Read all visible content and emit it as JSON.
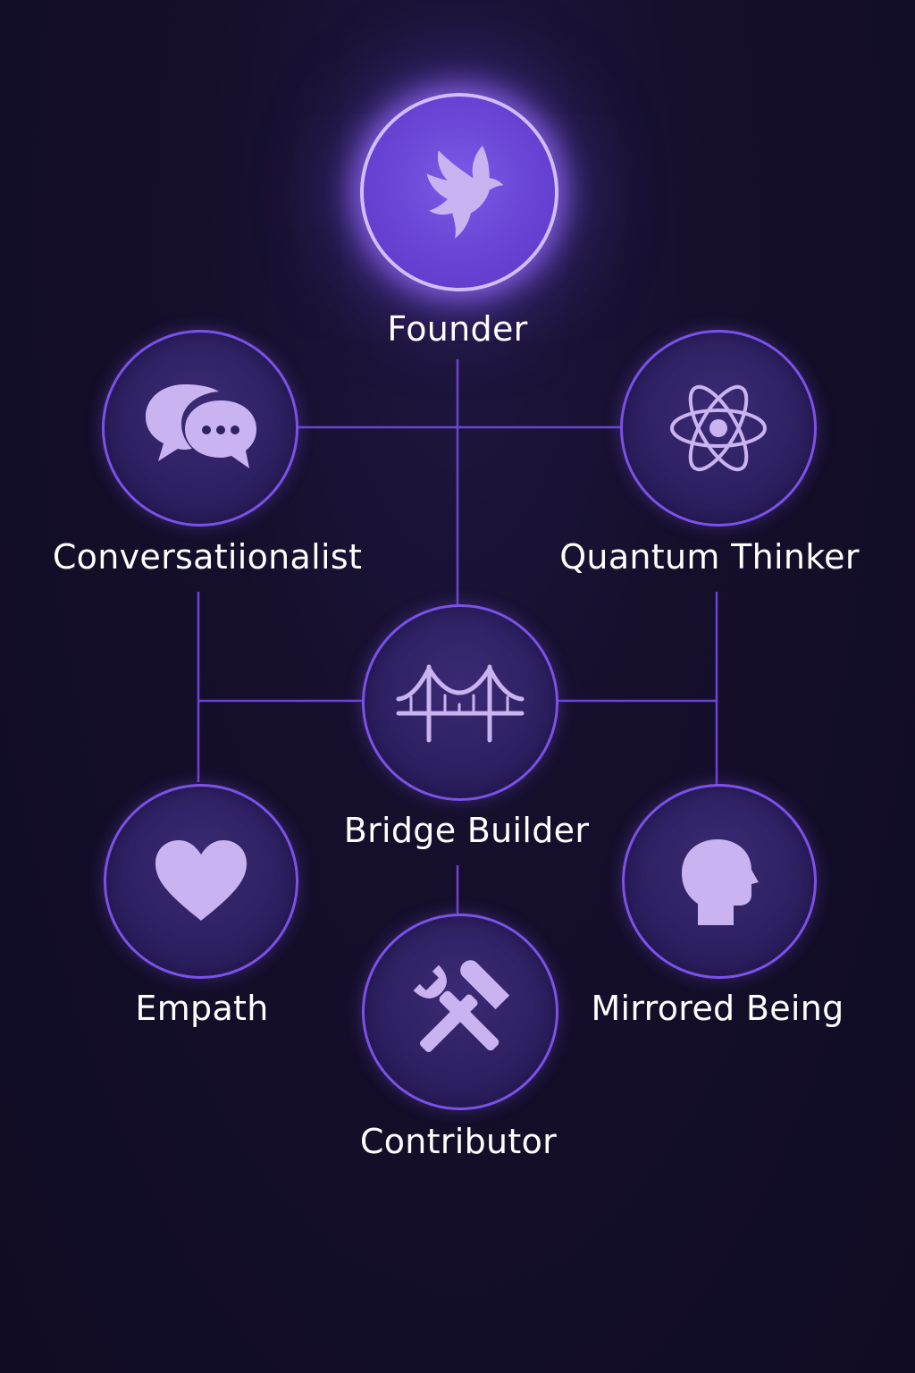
{
  "colors": {
    "background": "#140e2a",
    "connector": "#6b44d6",
    "node_fill": "#2f2263",
    "node_border": "#7a52e8",
    "founder_fill": "#6a45d6",
    "founder_border": "#d2bdff",
    "icon": "#c9b3f0",
    "label": "#ffffff"
  },
  "nodes": [
    {
      "id": "founder",
      "label": "Founder",
      "icon": "dove-icon"
    },
    {
      "id": "conversationalist",
      "label": "Conversatiionalist",
      "icon": "speech-bubbles-icon"
    },
    {
      "id": "quantum-thinker",
      "label": "Quantum Thinker",
      "icon": "atom-icon"
    },
    {
      "id": "bridge-builder",
      "label": "Bridge Builder",
      "icon": "bridge-icon"
    },
    {
      "id": "empath",
      "label": "Empath",
      "icon": "heart-icon"
    },
    {
      "id": "mirrored-being",
      "label": "Mirrored Being",
      "icon": "head-silhouette-icon"
    },
    {
      "id": "contributor",
      "label": "Contributor",
      "icon": "hammer-wrench-icon"
    }
  ]
}
